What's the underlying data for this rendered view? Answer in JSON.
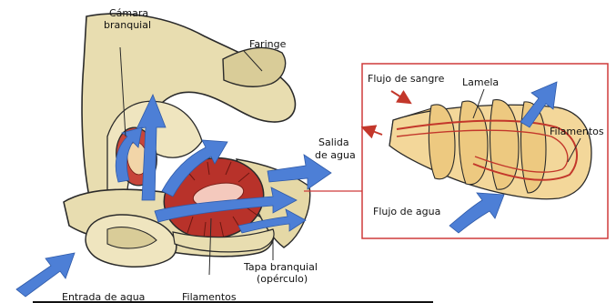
{
  "colors": {
    "tissue": "#e8ddb0",
    "tissue_dark": "#c9b985",
    "outline": "#2a2a2a",
    "gill": "#b8322a",
    "gill_light": "#f0c2b8",
    "water_arrow": "#4d7fd6",
    "blood": "#c3372b",
    "inset_border": "#cf3a3a",
    "lamella": "#f3d79a",
    "lamella_dark": "#d9b264"
  },
  "labels": {
    "camara": "Cámara",
    "branquial": "branquial",
    "faringe": "Faringe",
    "salida": "Salida",
    "de_agua": "de agua",
    "entrada": "Entrada de agua",
    "filamentos_main": "Filamentos",
    "tapa": "Tapa branquial",
    "operculo": "(opérculo)",
    "flujo_sangre": "Flujo de sangre",
    "lamela": "Lamela",
    "filamentos_inset": "Filamentos",
    "flujo_agua": "Flujo de agua"
  }
}
